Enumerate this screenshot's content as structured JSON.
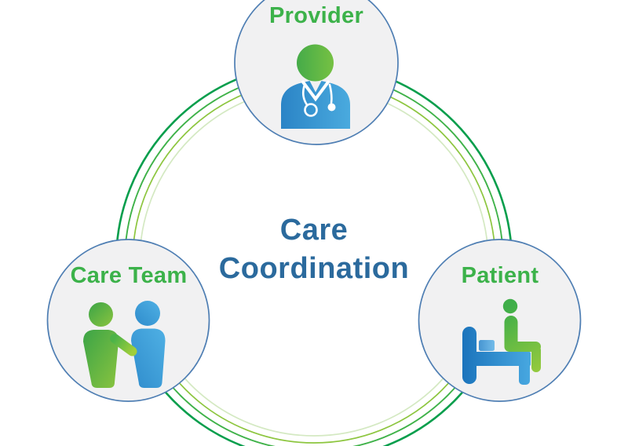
{
  "title": {
    "line1": "Care",
    "line2": "Coordination"
  },
  "nodes": {
    "provider": {
      "label": "Provider",
      "icon": "doctor-icon"
    },
    "care_team": {
      "label": "Care Team",
      "icon": "team-handshake-icon"
    },
    "patient": {
      "label": "Patient",
      "icon": "patient-in-bed-icon"
    }
  },
  "colors": {
    "background": "#ffffff",
    "label_green": "#3cb24a",
    "title_blue": "#2b6a9d",
    "node_fill": "#f1f1f2",
    "node_border": "#4e7eb3",
    "ring_dark": "#069e4c",
    "ring_medium": "#3fb249",
    "ring_light": "#8dc63f",
    "ring_pale": "#d4e9c2",
    "icon_green_dark": "#3ba447",
    "icon_green_light": "#8cc63f",
    "icon_blue_dark": "#1b74bc",
    "icon_blue_light": "#4fb0e6",
    "icon_white": "#ffffff"
  }
}
